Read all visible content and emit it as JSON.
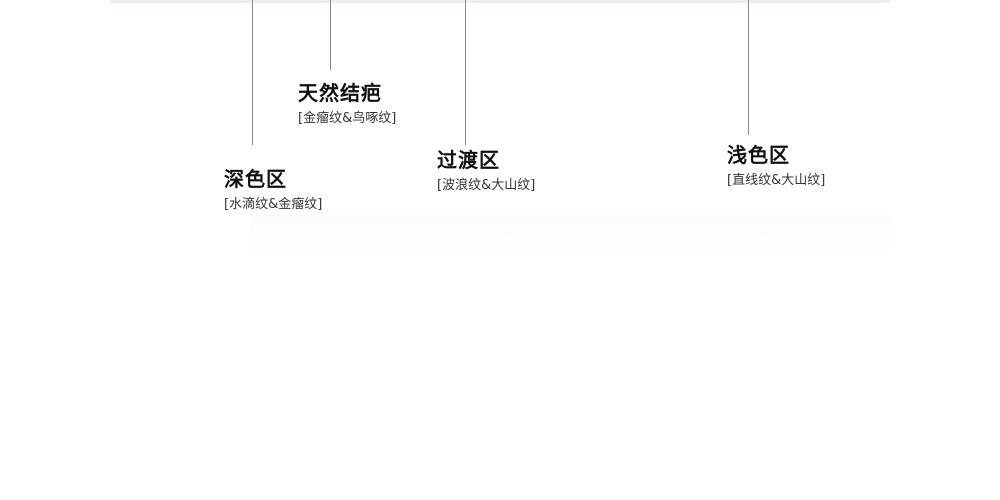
{
  "callouts": [
    {
      "title": "天然结疤",
      "subtitle": "[金瘤纹&鸟啄纹]"
    },
    {
      "title": "深色区",
      "subtitle": "[水滴纹&金瘤纹]"
    },
    {
      "title": "过渡区",
      "subtitle": "[波浪纹&大山纹]"
    },
    {
      "title": "浅色区",
      "subtitle": "[直线纹&大山纹]"
    }
  ]
}
